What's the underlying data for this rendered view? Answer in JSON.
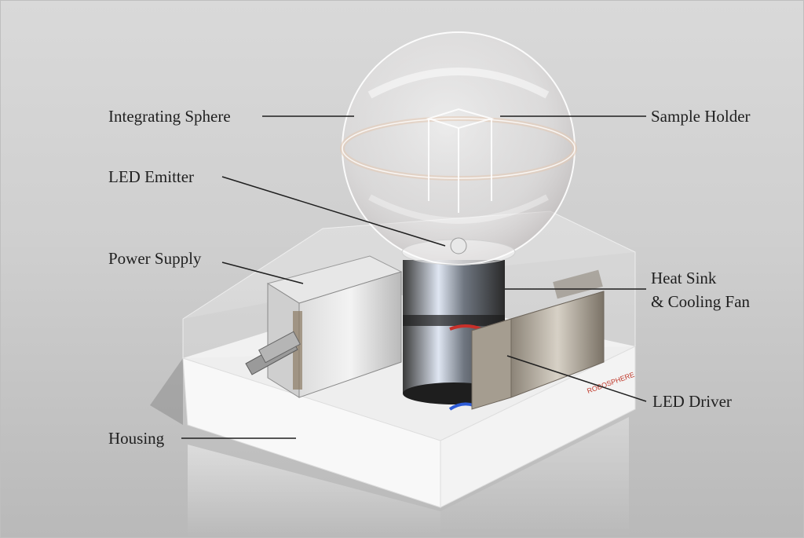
{
  "labels": {
    "integrating_sphere": "Integrating Sphere",
    "sample_holder": "Sample Holder",
    "led_emitter": "LED Emitter",
    "power_supply": "Power Supply",
    "heat_sink_line1": "Heat Sink",
    "heat_sink_line2": "& Cooling Fan",
    "led_driver": "LED Driver",
    "housing": "Housing"
  },
  "colors": {
    "background": "#cfcfcf",
    "housing": "#f7f7f7",
    "leader_line": "#1f1f1f",
    "wire_red": "#c8302a",
    "wire_blue": "#2d5bd6"
  }
}
